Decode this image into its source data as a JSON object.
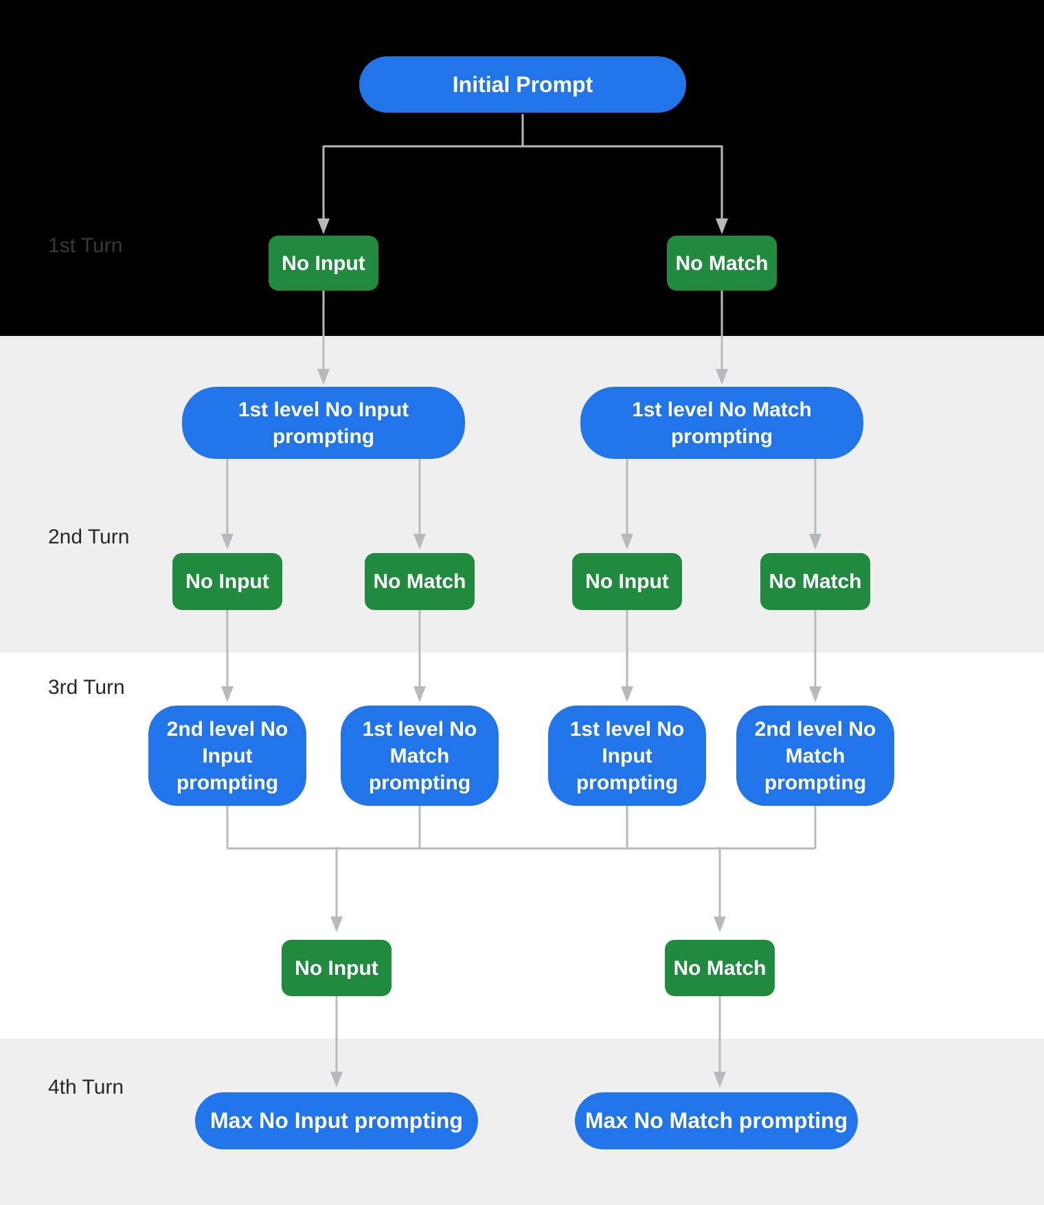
{
  "turns": [
    {
      "label": "1st Turn"
    },
    {
      "label": "2nd Turn"
    },
    {
      "label": "3rd Turn"
    },
    {
      "label": "4th Turn"
    }
  ],
  "nodes": {
    "initial_prompt": "Initial Prompt",
    "turn1_events": [
      "No Input",
      "No Match"
    ],
    "turn2_prompts": [
      "1st level No Input\nprompting",
      "1st level No Match\nprompting"
    ],
    "turn2_events": [
      "No Input",
      "No Match",
      "No Input",
      "No Match"
    ],
    "turn3_prompts": [
      "2nd level No\nInput\nprompting",
      "1st level No\nMatch\nprompting",
      "1st level No\nInput\nprompting",
      "2nd level No\nMatch\nprompting"
    ],
    "turn3_events": [
      "No Input",
      "No Match"
    ],
    "turn4_prompts": [
      "Max No Input prompting",
      "Max No Match prompting"
    ]
  },
  "colors": {
    "prompt_blue": "#2175e9",
    "event_green": "#208b3f",
    "connector_gray": "#b6b9bd",
    "band_black": "#000000",
    "band_gray": "#efefef",
    "band_white": "#ffffff",
    "turn_label_on_black": "#37393d",
    "turn_label_on_light": "#26272a"
  }
}
